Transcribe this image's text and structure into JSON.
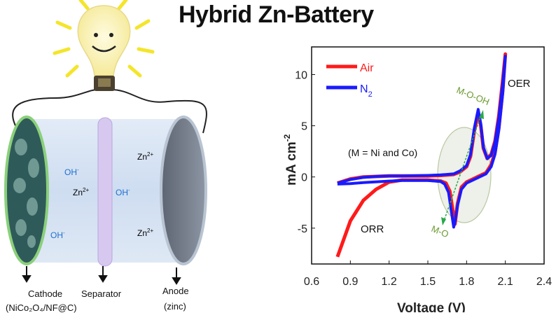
{
  "title": "Hybrid Zn-Battery",
  "diagram": {
    "ions": [
      {
        "text": "OH",
        "charge": "-",
        "color": "#1e6fd0"
      },
      {
        "text": "Zn",
        "charge": "2+",
        "color": "#111111"
      },
      {
        "text": "OH",
        "charge": "-",
        "color": "#1e6fd0"
      },
      {
        "text": "OH",
        "charge": "-",
        "color": "#1e6fd0"
      },
      {
        "text": "Zn",
        "charge": "2+",
        "color": "#111111"
      },
      {
        "text": "Zn",
        "charge": "2+",
        "color": "#111111"
      }
    ],
    "labels": {
      "cathode": "Cathode",
      "cathode_material": "(NiCo₂O₄/NF@C)",
      "separator": "Separator",
      "anode": "Anode",
      "anode_material": "(zinc)"
    }
  },
  "chart_data": {
    "type": "line",
    "xlabel": "Voltage (V)",
    "ylabel": "mA cm",
    "ylabel_sup": "-2",
    "xlim": [
      0.6,
      2.4
    ],
    "ylim": [
      -8.5,
      12.7
    ],
    "xticks": [
      "0.6",
      "0.9",
      "1.2",
      "1.5",
      "1.8",
      "2.1",
      "2.4"
    ],
    "yticks": [
      "-5",
      "0",
      "5",
      "10"
    ],
    "legend_position": "top-left",
    "annotations": {
      "oer": "OER",
      "orr": "ORR",
      "mooh": "M-O-OH",
      "mo": "M-O",
      "metals": "(M = Ni and Co)"
    },
    "series": [
      {
        "name": "Air",
        "color": "#ff1a1a",
        "x": [
          0.8,
          0.9,
          1.0,
          1.1,
          1.2,
          1.3,
          1.5,
          1.6,
          1.7,
          1.75,
          1.8,
          1.83,
          1.86,
          1.89,
          1.91,
          1.93,
          1.96,
          1.99,
          2.02,
          2.05,
          2.08,
          2.1,
          2.08,
          2.05,
          2.02,
          1.99,
          1.95,
          1.9,
          1.85,
          1.8,
          1.76,
          1.73,
          1.71,
          1.69,
          1.67,
          1.64,
          1.6,
          1.5,
          1.3,
          1.2,
          1.1,
          1.0,
          0.9,
          0.8
        ],
        "y": [
          -0.6,
          -0.2,
          0.0,
          0.05,
          0.1,
          0.1,
          0.1,
          0.15,
          0.25,
          0.5,
          1.0,
          2.0,
          4.5,
          6.3,
          5.0,
          2.8,
          1.8,
          2.2,
          3.5,
          6.0,
          9.5,
          12,
          8.5,
          4.8,
          2.4,
          1.2,
          0.4,
          0.1,
          -0.2,
          -0.5,
          -1.0,
          -2.6,
          -4.6,
          -3.0,
          -1.4,
          -0.6,
          -0.4,
          -0.3,
          -0.3,
          -0.5,
          -1.2,
          -2.3,
          -4.3,
          -7.8
        ]
      },
      {
        "name": "N₂",
        "name_base": "N",
        "name_sub": "2",
        "color": "#1a1aff",
        "x": [
          0.8,
          0.9,
          1.0,
          1.1,
          1.2,
          1.3,
          1.5,
          1.6,
          1.7,
          1.75,
          1.8,
          1.83,
          1.86,
          1.89,
          1.91,
          1.93,
          1.96,
          1.99,
          2.02,
          2.05,
          2.08,
          2.1,
          2.08,
          2.05,
          2.02,
          1.99,
          1.95,
          1.9,
          1.85,
          1.8,
          1.76,
          1.73,
          1.71,
          1.7,
          1.68,
          1.66,
          1.63,
          1.6,
          1.5,
          1.3,
          1.2,
          1.0,
          0.9,
          0.8
        ],
        "y": [
          -0.6,
          -0.25,
          -0.05,
          0.05,
          0.1,
          0.1,
          0.15,
          0.2,
          0.3,
          0.6,
          1.1,
          2.2,
          4.8,
          6.6,
          5.2,
          2.9,
          1.8,
          2.1,
          3.4,
          5.8,
          9.2,
          11.8,
          8.2,
          4.6,
          2.2,
          1.0,
          0.3,
          0.0,
          -0.3,
          -0.6,
          -1.2,
          -2.8,
          -4.4,
          -4.9,
          -3.2,
          -1.5,
          -0.7,
          -0.45,
          -0.35,
          -0.35,
          -0.4,
          -0.55,
          -0.65,
          -0.7
        ]
      }
    ]
  }
}
